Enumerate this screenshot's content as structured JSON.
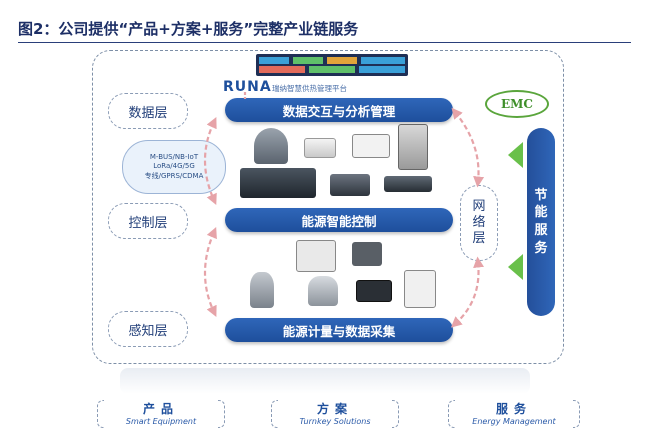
{
  "caption": "图2：公司提供“产品+方案+服务”完整产业链服务",
  "platform": {
    "logo": "RUNA",
    "subtitle": "瑞纳智慧供热管理平台"
  },
  "bars": {
    "top": "数据交互与分析管理",
    "middle": "能源智能控制",
    "bottom": "能源计量与数据采集"
  },
  "layers": {
    "data": "数据层",
    "control": "控制层",
    "sensing": "感知层"
  },
  "network": {
    "chars": [
      "网",
      "络",
      "层"
    ]
  },
  "cloud": {
    "lines": [
      "M-BUS/NB-IoT",
      "LoRa/4G/5G",
      "专线/GPRS/CDMA"
    ]
  },
  "emc": "EMC",
  "energy_service": {
    "chars": [
      "节",
      "能",
      "服",
      "务"
    ]
  },
  "footer": [
    {
      "title": "产品",
      "subtitle": "Smart Equipment"
    },
    {
      "title": "方案",
      "subtitle": "Turnkey Solutions"
    },
    {
      "title": "服务",
      "subtitle": "Energy Management"
    }
  ],
  "colors": {
    "bar_blue": "#1e4f9c",
    "accent_green": "#69c04a",
    "arrow_red": "#e6a3a8",
    "frame_gray": "#7d8fa7"
  }
}
